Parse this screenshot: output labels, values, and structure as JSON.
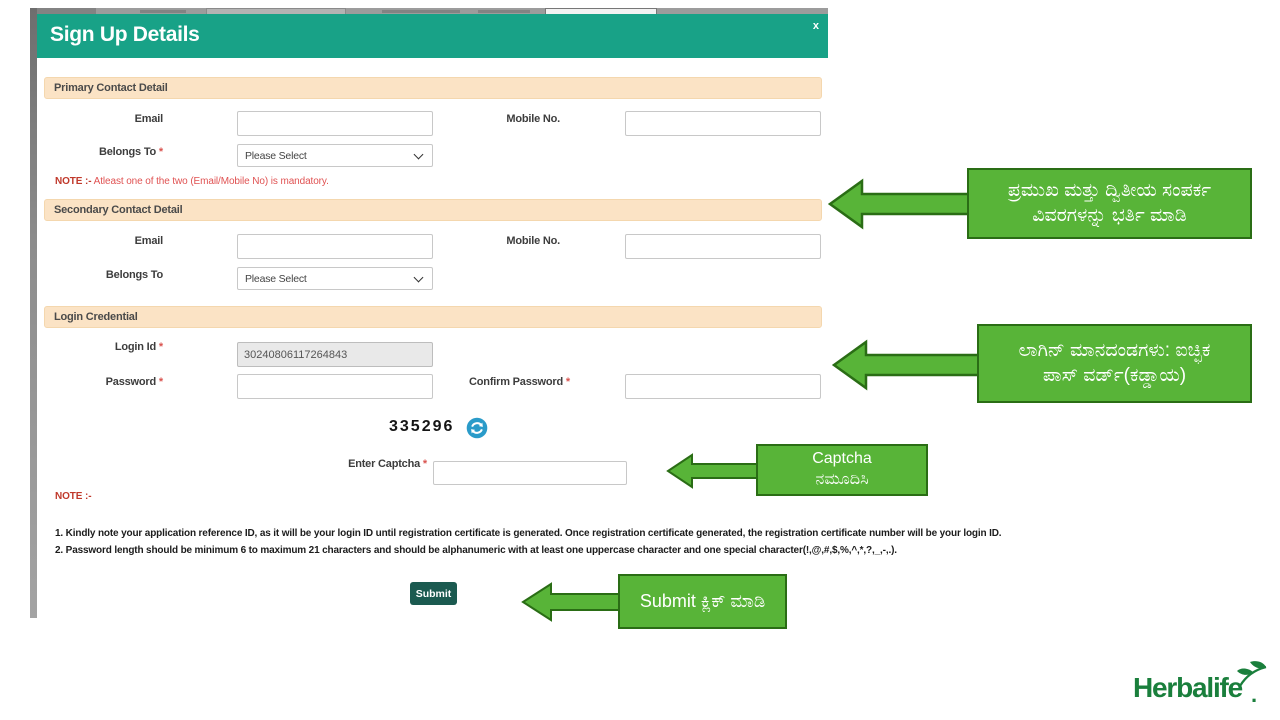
{
  "modal": {
    "title": "Sign Up Details",
    "close": "x",
    "required_mark": "*",
    "primary": {
      "title": "Primary Contact Detail",
      "email_label": "Email",
      "mobile_label": "Mobile No.",
      "belongs_label": "Belongs To",
      "select_value": "Please Select",
      "note_prefix": "NOTE :-",
      "note_text": "Atleast one of the two (Email/Mobile No) is mandatory."
    },
    "secondary": {
      "title": "Secondary Contact Detail",
      "email_label": "Email",
      "mobile_label": "Mobile No.",
      "belongs_label": "Belongs To",
      "select_value": "Please Select"
    },
    "login": {
      "title": "Login Credential",
      "login_id_label": "Login Id",
      "login_id_value": "30240806117264843",
      "password_label": "Password",
      "confirm_label": "Confirm Password"
    },
    "captcha": {
      "code": "335296",
      "refresh_icon": "refresh-icon",
      "enter_label": "Enter Captcha"
    },
    "notes": {
      "prefix": "NOTE :-",
      "line1": "1. Kindly note your application reference ID, as it will be your login ID until registration certificate is generated. Once registration certificate generated, the registration certificate number will be your login ID.",
      "line2": "2. Password length should be minimum 6 to maximum 21 characters and should be alphanumeric with at least one uppercase character and one special character(!,@,#,$,%,^,*,?,_,-,.)."
    },
    "submit_label": "Submit"
  },
  "annotations": {
    "contact": {
      "line1": "ಪ್ರಮುಖ ಮತ್ತು ದ್ವಿತೀಯ ಸಂಪರ್ಕ",
      "line2": "ವಿವರಗಳನ್ನು ಭರ್ತಿ ಮಾಡಿ"
    },
    "login": {
      "line1": "ಲಾಗಿನ್ ಮಾನದಂಡಗಳು: ಐಚ್ಛಿಕ",
      "line2": "ಪಾಸ್ ವರ್ಡ್(ಕಡ್ಡಾಯ)"
    },
    "captcha": {
      "line1": "Captcha",
      "line2": "ನಮೂದಿಸಿ"
    },
    "submit": {
      "line1": "Submit ಕ್ಲಿಕ್ ಮಾಡಿ"
    }
  },
  "logo": {
    "text": "Herbalife",
    "dot": "."
  },
  "colors": {
    "header_teal": "#18a287",
    "section_peach": "#fbe3c5",
    "annotation_green": "#58b438",
    "annotation_border": "#2a6d15",
    "submit_teal": "#1b5a50",
    "note_red": "#e05252",
    "logo_green": "#1a7f3c",
    "captcha_refresh_blue": "#2a9bc9"
  }
}
